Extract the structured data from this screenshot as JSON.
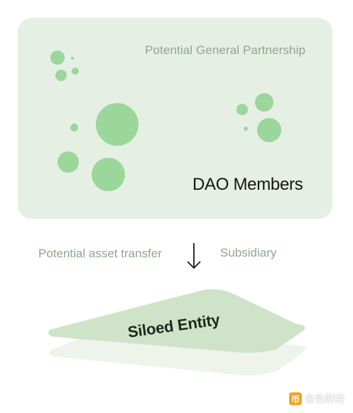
{
  "panel": {
    "general_partnership_label": "Potential General Partnership",
    "dao_members_label": "DAO Members"
  },
  "transfer": {
    "left_label": "Potential asset transfer",
    "right_label": "Subsidiary"
  },
  "entity": {
    "label": "Siloed Entity"
  },
  "watermark": {
    "logo_glyph": "币",
    "text": "金色财经"
  },
  "colors": {
    "panel_bg": "#e6efe3",
    "dot": "#9bd69a",
    "muted_text": "#8fa68e",
    "entity_top": "#cfe3c9",
    "entity_shadow": "#eef4ec"
  }
}
